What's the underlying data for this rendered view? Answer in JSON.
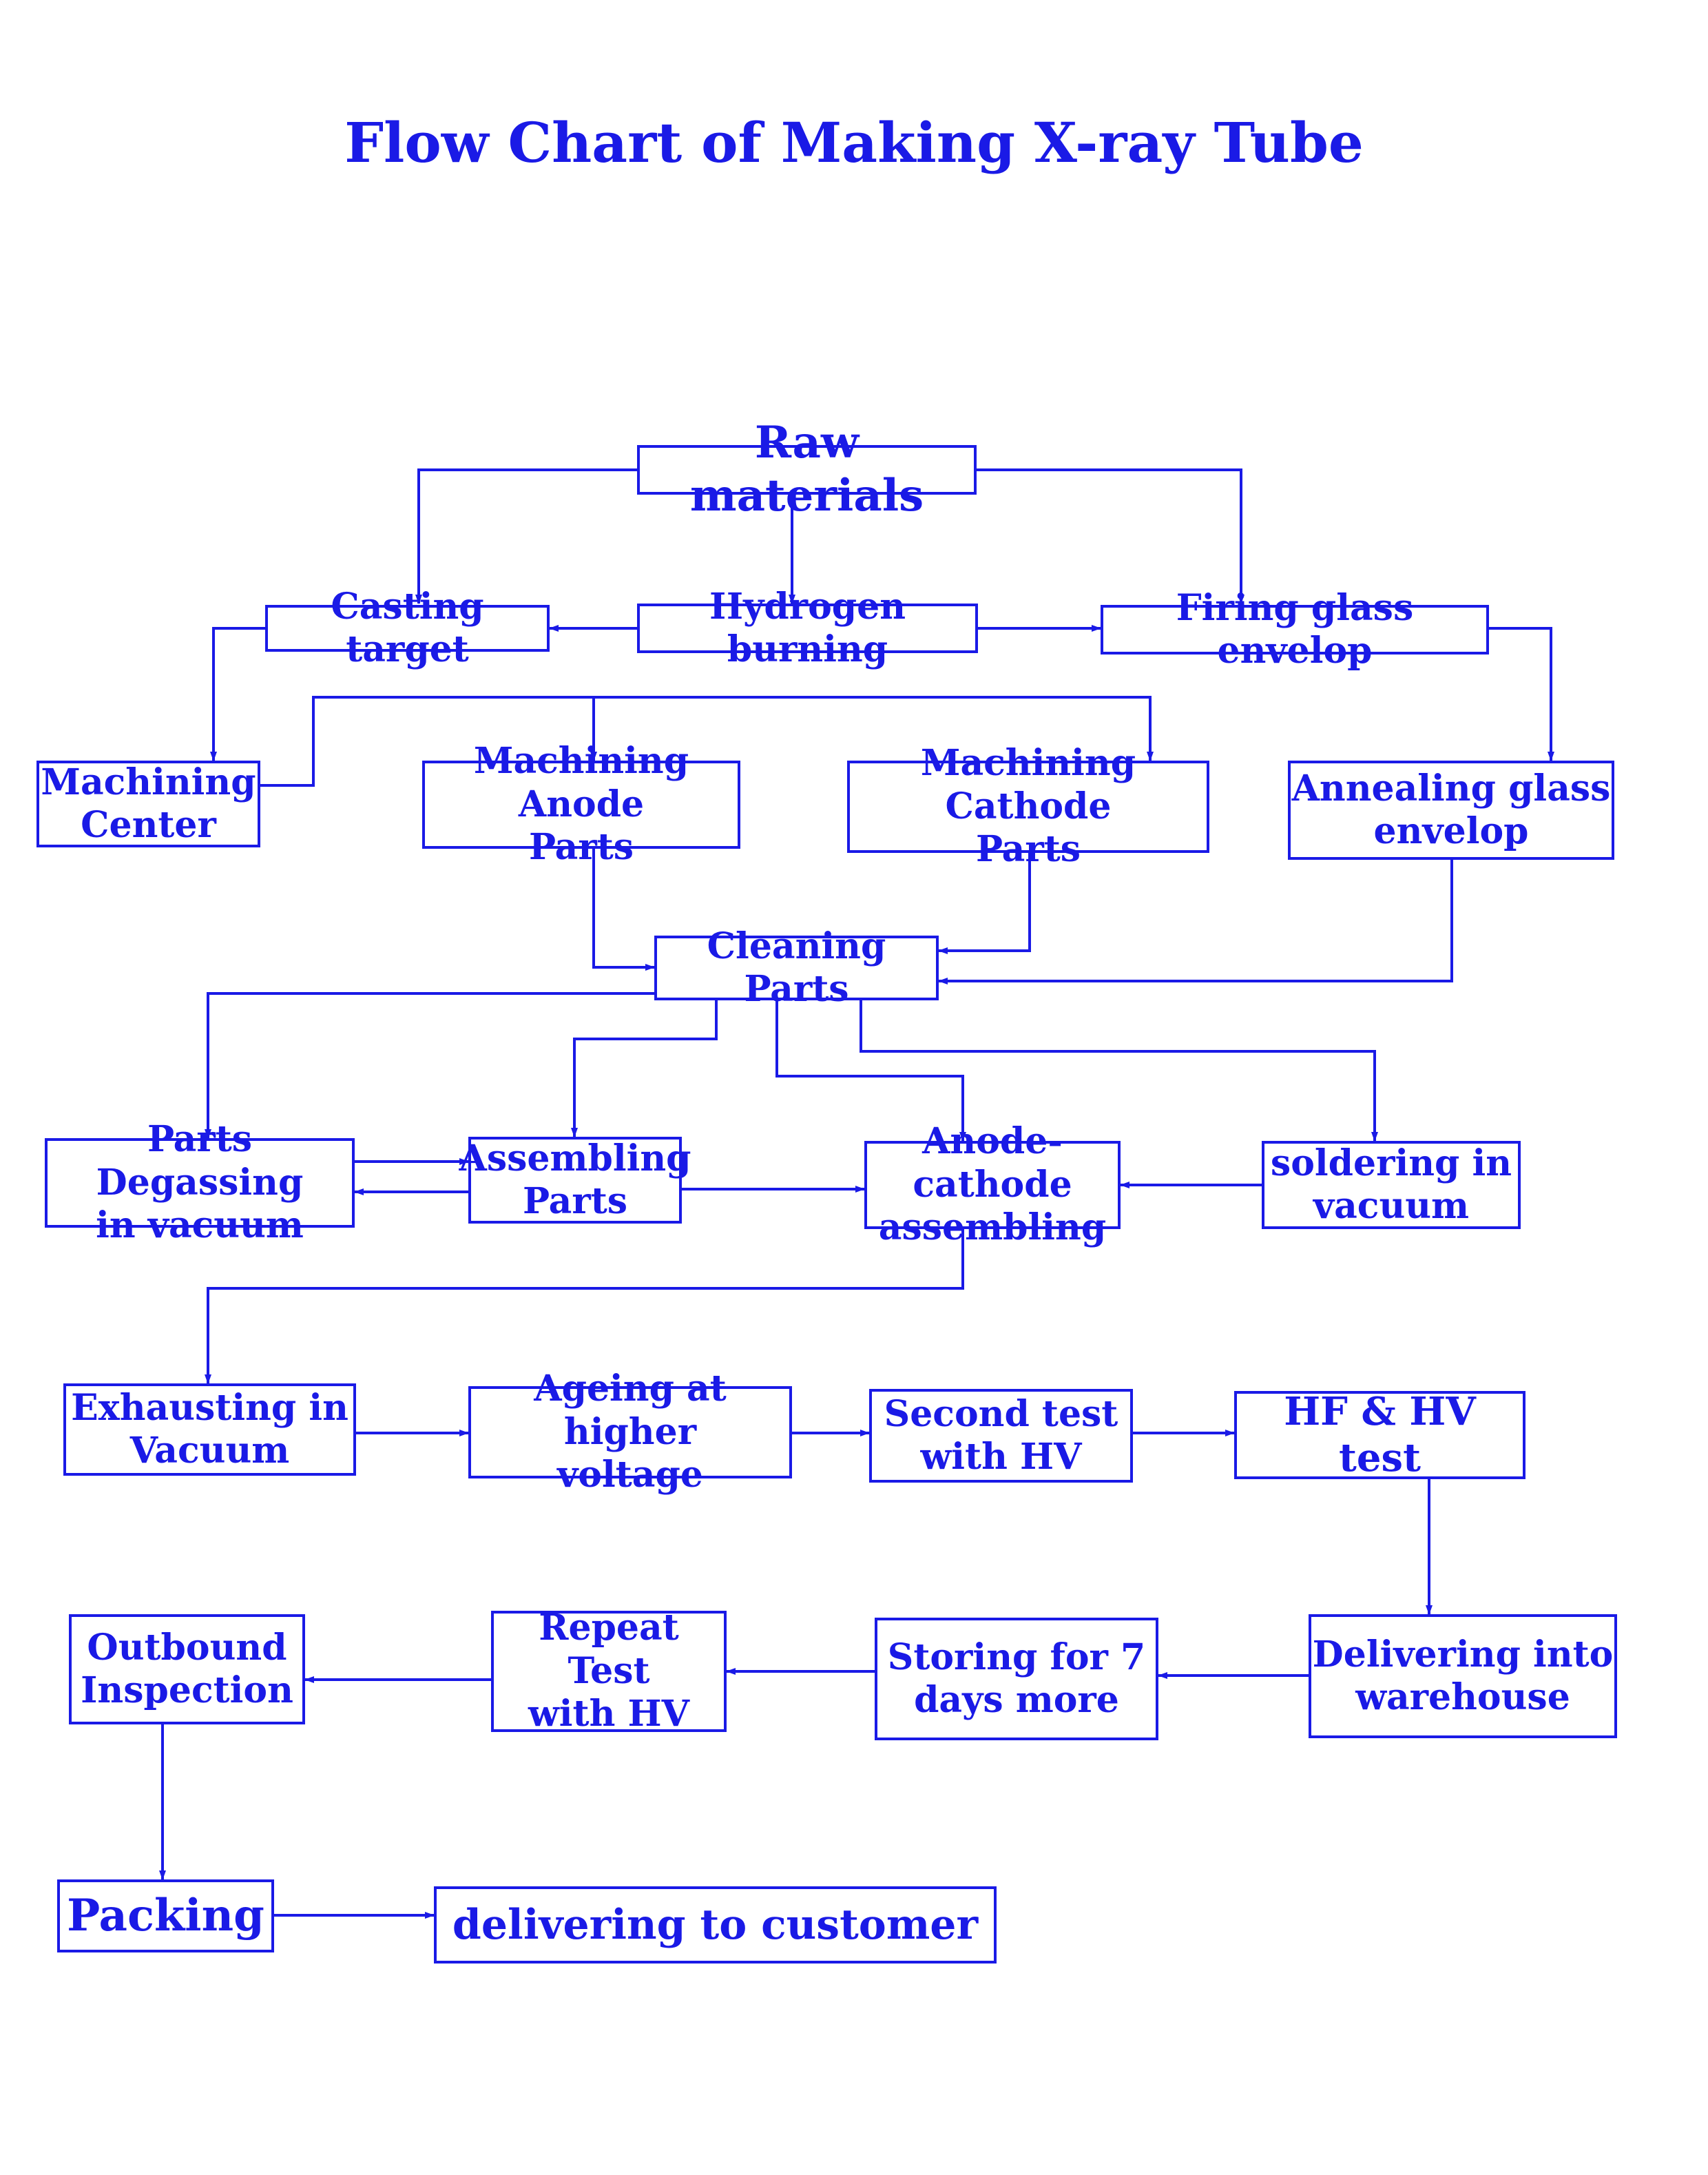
{
  "title": "Flow Chart of Making X-ray Tube",
  "colors": {
    "ink": "#1a1ae6",
    "background": "#ffffff"
  },
  "nodes": {
    "raw_materials": "Raw materials",
    "casting_target": "Casting target",
    "hydrogen_burning": "Hydrogen burning",
    "firing_glass_envelop": "Firing glass envelop",
    "machining_center": "Machining\nCenter",
    "machining_anode_parts": "Machining Anode\nParts",
    "machining_cathode_parts": "Machining Cathode\nParts",
    "annealing_glass_envelop": "Annealing glass\nenvelop",
    "cleaning_parts": "Cleaning Parts",
    "parts_degassing": "Parts Degassing\nin vacuum",
    "assembling_parts": "Assembling\nParts",
    "anode_cathode_assembling": "Anode-cathode\nassembling",
    "soldering_in_vacuum": "soldering in\nvacuum",
    "exhausting_in_vacuum": "Exhausting in\nVacuum",
    "ageing_higher_voltage": "Ageing at higher\nvoltage",
    "second_test_hv": "Second test\nwith HV",
    "hf_hv_test": "HF & HV test",
    "delivering_warehouse": "Delivering into\nwarehouse",
    "storing_7_days": "Storing for 7\ndays more",
    "repeat_test_hv": "Repeat Test\nwith HV",
    "outbound_inspection": "Outbound\nInspection",
    "packing": "Packing",
    "delivering_customer": "delivering to customer"
  }
}
